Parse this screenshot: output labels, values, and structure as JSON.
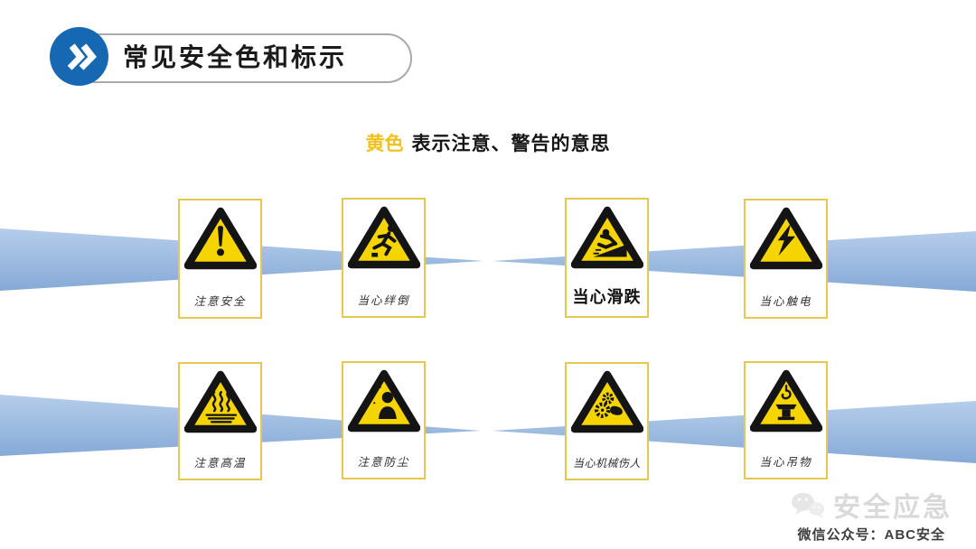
{
  "slide": {
    "title": "常见安全色和标示",
    "subtitle": {
      "highlight": "黄色",
      "rest": "表示注意、警告的意思"
    },
    "watermark": {
      "brand": "安全应急",
      "caption": "微信公众号：ABC安全"
    }
  },
  "colors": {
    "accent_blue": "#1668b3",
    "band_blue_light": "#b3cbe9",
    "band_blue_dark": "#87abd8",
    "sign_yellow": "#f6d400",
    "sign_black": "#141414",
    "card_border": "#e4c84f",
    "subtitle_yellow": "#f2c11e"
  },
  "signs": [
    {
      "id": "zhuyi-anquan",
      "label": "注意安全",
      "icon": "exclamation-warning-icon",
      "row": 1
    },
    {
      "id": "dangxin-bandao",
      "label": "当心绊倒",
      "icon": "tripping-person-icon",
      "row": 1
    },
    {
      "id": "dangxin-huadie",
      "label": "当心滑跌",
      "icon": "slipping-person-icon",
      "row": 1,
      "label_style": "bold"
    },
    {
      "id": "dangxin-chudian",
      "label": "当心触电",
      "icon": "electric-shock-icon",
      "row": 1
    },
    {
      "id": "zhuyi-gaowen",
      "label": "注意高温",
      "icon": "hot-surface-icon",
      "row": 2
    },
    {
      "id": "zhuyi-fangchen",
      "label": "注意防尘",
      "icon": "dust-hazard-icon",
      "row": 2
    },
    {
      "id": "dangxin-jixie-shangren",
      "label": "当心机械伤人",
      "icon": "machinery-injury-icon",
      "row": 2
    },
    {
      "id": "dangxin-diaowu",
      "label": "当心吊物",
      "icon": "hanging-load-icon",
      "row": 2
    }
  ]
}
